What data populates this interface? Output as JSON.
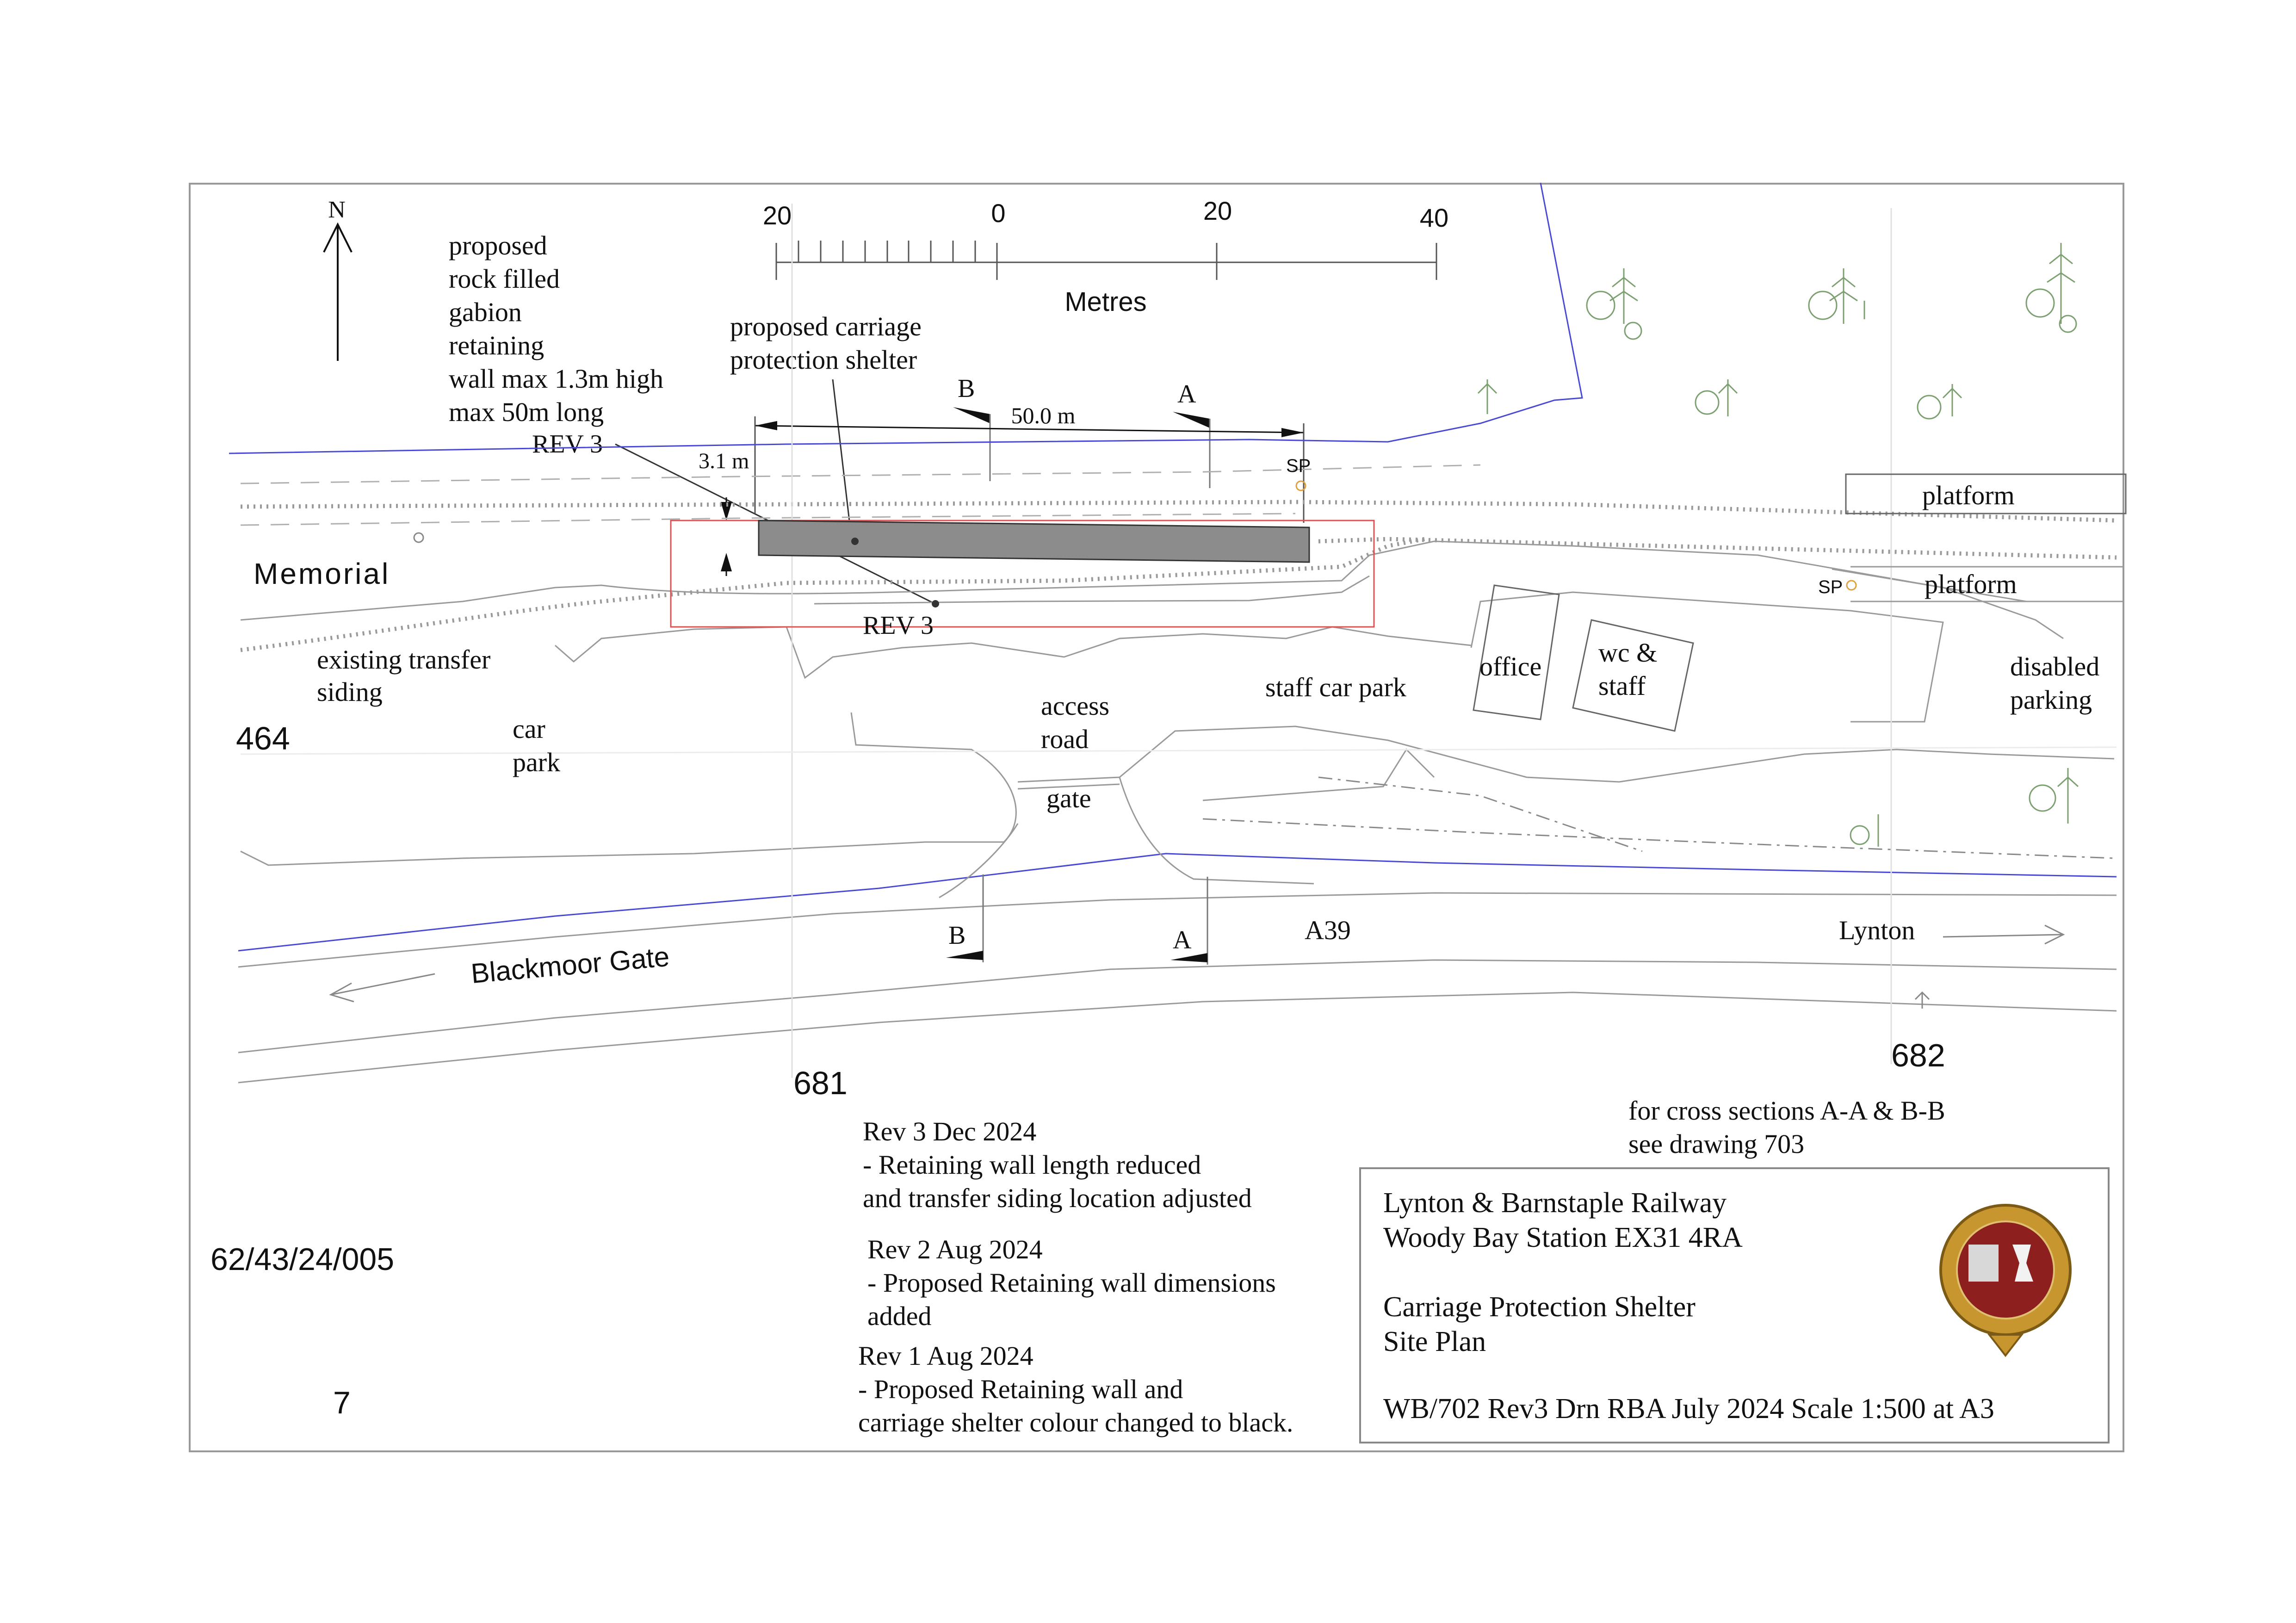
{
  "drawing": {
    "reference": "62/43/24/005",
    "sheet_number": "7",
    "north": "N",
    "scale_bar": {
      "ticks": [
        "20",
        "0",
        "20",
        "40"
      ],
      "unit": "Metres"
    },
    "annotations": {
      "gabion": [
        "proposed",
        "rock filled",
        "gabion",
        "retaining",
        "wall max 1.3m high",
        "max 50m long"
      ],
      "rev3_top": "REV 3",
      "rev3_bottom": "REV 3",
      "shelter": [
        "proposed carriage",
        "protection shelter"
      ],
      "dim_length": "50.0 m",
      "dim_width": "3.1 m",
      "section_b": "B",
      "section_a": "A",
      "sp": "SP",
      "memorial": "Memorial",
      "siding": [
        "existing transfer",
        "siding"
      ],
      "car_park": [
        "car",
        "park"
      ],
      "access_road": [
        "access",
        "road"
      ],
      "gate": "gate",
      "staff_car_park": "staff car park",
      "office": "office",
      "wc_staff": [
        "wc &",
        "staff"
      ],
      "platform": "platform",
      "disabled_parking": [
        "disabled",
        "parking"
      ],
      "a39": "A39",
      "lynton": "Lynton",
      "blackmoor_gate": "Blackmoor Gate",
      "grid_464": "464",
      "grid_681": "681",
      "grid_682": "682",
      "cross_sections": [
        "for cross sections A-A & B-B",
        "see drawing 703"
      ]
    },
    "revisions": [
      {
        "title": "Rev 3 Dec 2024",
        "lines": [
          "- Retaining wall length reduced",
          "and transfer siding location adjusted"
        ]
      },
      {
        "title": "Rev 2 Aug 2024",
        "lines": [
          "- Proposed Retaining wall dimensions",
          "added"
        ]
      },
      {
        "title": "Rev 1 Aug 2024",
        "lines": [
          "- Proposed Retaining wall and",
          "carriage shelter colour changed to black."
        ]
      }
    ],
    "title_block": {
      "line1": "Lynton & Barnstaple Railway",
      "line2": "Woody Bay Station EX31 4RA",
      "line3": "Carriage Protection Shelter",
      "line4": "Site Plan",
      "footer": "WB/702 Rev3  Drn RBA July 2024  Scale 1:500 at A3"
    },
    "colors": {
      "shelter_fill": "#8c8c8c",
      "boundary_blue": "#4a4ad0",
      "redline": "#e05050",
      "trees": "#7da070",
      "sp_marker": "#e0a040"
    },
    "icons": [
      "north-arrow-icon",
      "railway-crest-icon",
      "tree-icon"
    ]
  }
}
